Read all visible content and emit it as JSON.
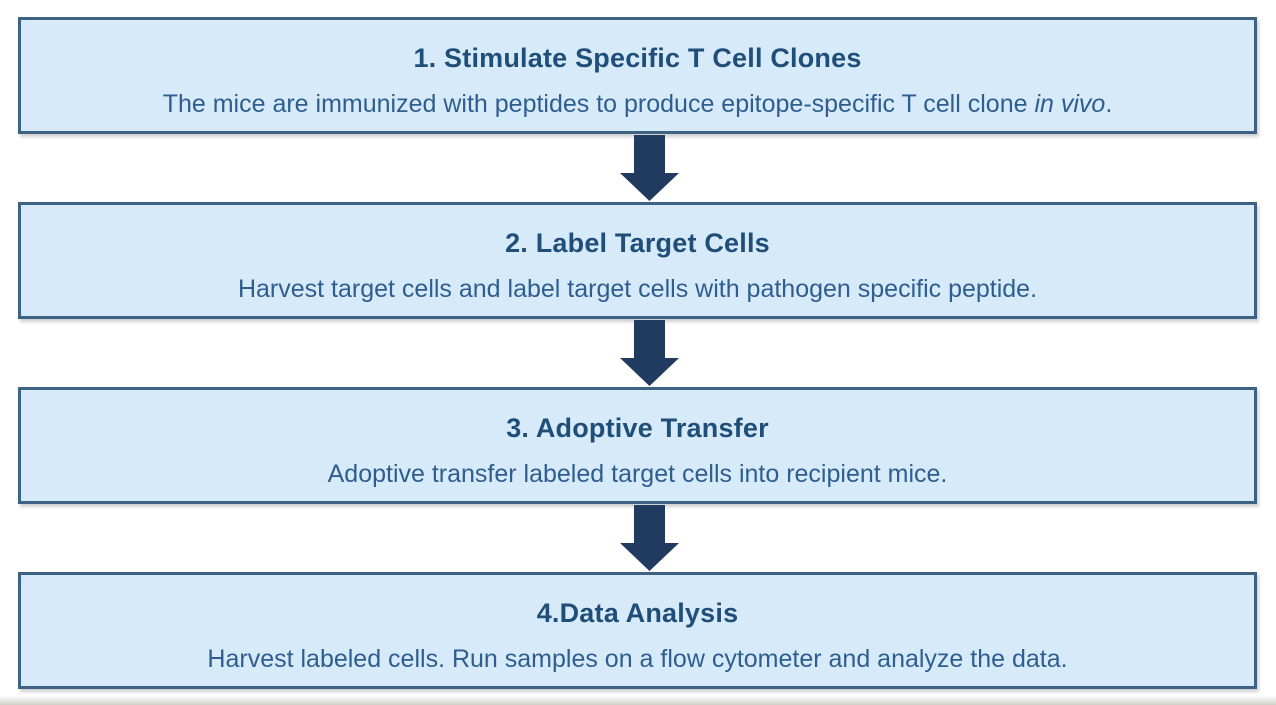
{
  "colors": {
    "box_fill": "#D7EAF9",
    "box_border": "#3E6284",
    "title_text": "#1F4E79",
    "body_text": "#2E5E8F",
    "arrow_fill": "#203A60"
  },
  "flowchart": {
    "steps": [
      {
        "title": "1. Stimulate Specific T Cell Clones",
        "description": "The mice are immunized with peptides to produce epitope-specific T cell clone ",
        "description_italic": "in vivo",
        "description_suffix": "."
      },
      {
        "title": "2. Label Target Cells",
        "description": "Harvest target cells and label target cells with pathogen specific peptide.",
        "description_italic": "",
        "description_suffix": ""
      },
      {
        "title": "3. Adoptive Transfer",
        "description": "Adoptive transfer labeled target cells into recipient mice.",
        "description_italic": "",
        "description_suffix": ""
      },
      {
        "title": "4.Data Analysis",
        "description": "Harvest labeled cells. Run samples on a flow cytometer and analyze the data.",
        "description_italic": "",
        "description_suffix": ""
      }
    ]
  }
}
